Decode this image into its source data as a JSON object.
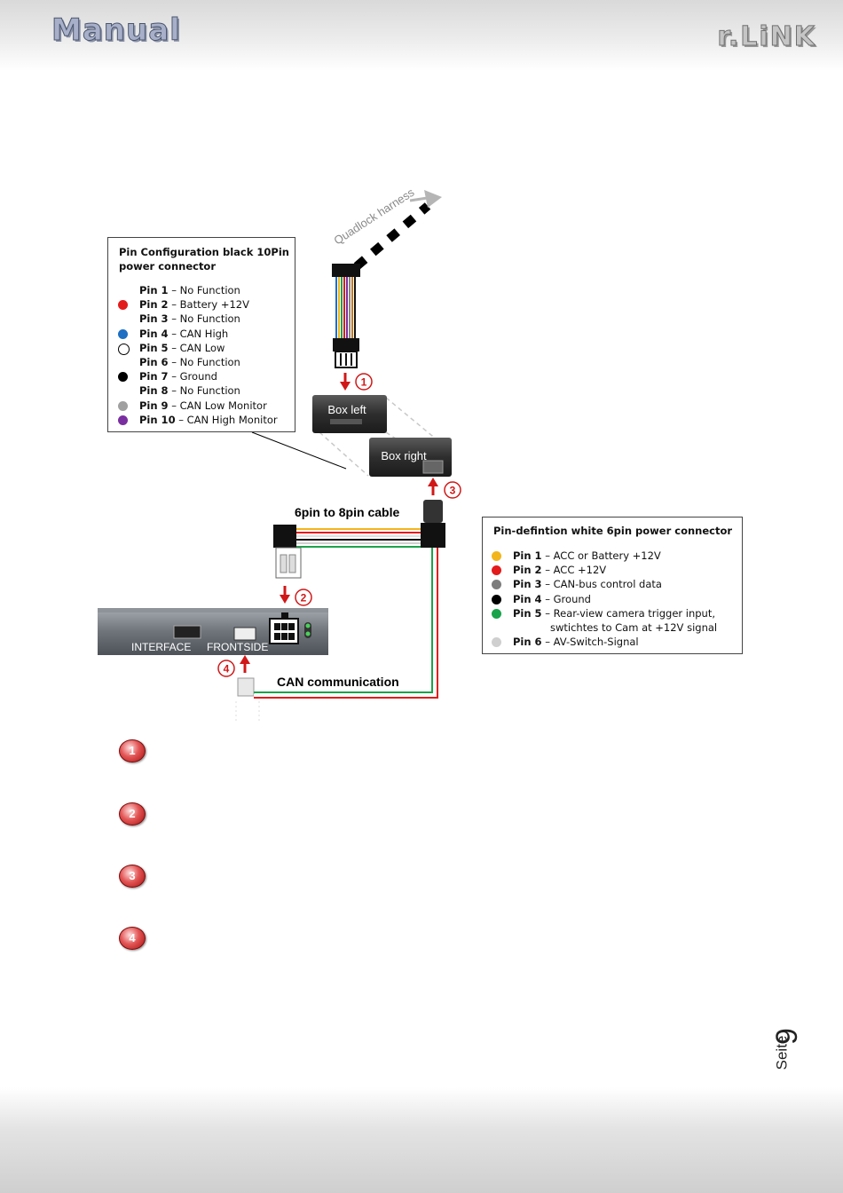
{
  "header": {
    "title": "Manual",
    "brand": "r.LiNK"
  },
  "diagram": {
    "label_quadlock": "Quadlock harness",
    "label_box_left": "Box left",
    "label_box_right": "Box right",
    "label_cable": "6pin to 8pin cable",
    "label_interface": "INTERFACE",
    "label_frontside": "FRONTSIDE",
    "label_can": "CAN communication",
    "markers": [
      "1",
      "2",
      "3",
      "4"
    ]
  },
  "pin_config_10pin": {
    "title_line1": "Pin Configuration black 10Pin",
    "title_line2": "power connector",
    "pins": [
      {
        "pin": "Pin 1",
        "desc": "– No Function",
        "color": ""
      },
      {
        "pin": "Pin 2",
        "desc": "– Battery +12V",
        "color": "#e31b1b"
      },
      {
        "pin": "Pin 3",
        "desc": "– No Function",
        "color": ""
      },
      {
        "pin": "Pin 4",
        "desc": "– CAN High",
        "color": "#1c6fc2"
      },
      {
        "pin": "Pin 5",
        "desc": "– CAN Low",
        "color": "#ffffff"
      },
      {
        "pin": "Pin 6",
        "desc": "– No Function",
        "color": ""
      },
      {
        "pin": "Pin 7",
        "desc": "– Ground",
        "color": "#000000"
      },
      {
        "pin": "Pin 8",
        "desc": "– No Function",
        "color": ""
      },
      {
        "pin": "Pin 9",
        "desc": "– CAN Low Monitor",
        "color": "#a0a0a0"
      },
      {
        "pin": "Pin 10",
        "desc": "– CAN High Monitor",
        "color": "#7a2fa0"
      }
    ]
  },
  "pin_def_6pin": {
    "title": "Pin-defintion white 6pin power connector",
    "pins": [
      {
        "pin": "Pin 1",
        "desc": "– ACC or Battery +12V",
        "color": "#f2b51b",
        "cont": ""
      },
      {
        "pin": "Pin 2",
        "desc": "– ACC +12V",
        "color": "#e31b1b",
        "cont": ""
      },
      {
        "pin": "Pin 3",
        "desc": "– CAN-bus control data",
        "color": "#7d7d7d",
        "cont": ""
      },
      {
        "pin": "Pin 4",
        "desc": "– Ground",
        "color": "#000000",
        "cont": ""
      },
      {
        "pin": "Pin 5",
        "desc": "– Rear-view camera trigger input,",
        "color": "#1aa34a",
        "cont": "swtichtes to Cam at +12V signal"
      },
      {
        "pin": "Pin 6",
        "desc": "– AV-Switch-Signal",
        "color": "#cfcfcf",
        "cont": ""
      }
    ]
  },
  "steps": [
    "1",
    "2",
    "3",
    "4"
  ],
  "footer": {
    "seite": "Seite",
    "page_number": "9"
  }
}
